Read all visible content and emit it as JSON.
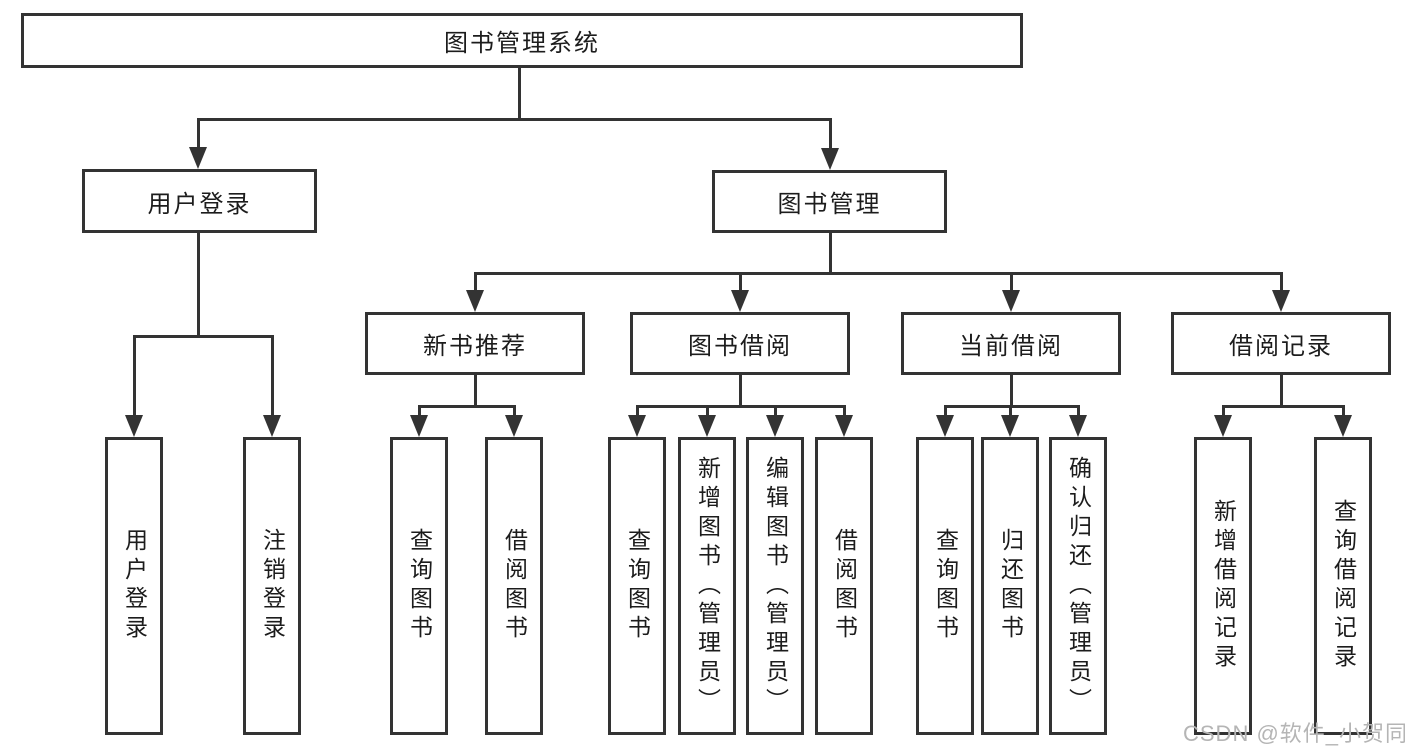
{
  "diagram": {
    "type": "hierarchy-tree",
    "colors": {
      "line": "#333333",
      "text": "#1c1c1c",
      "background": "#ffffff",
      "watermark": "#b5b5b5"
    },
    "tree": {
      "root": {
        "label": "图书管理系统"
      },
      "children": [
        {
          "label": "用户登录",
          "children": [
            {
              "label": "用户登录"
            },
            {
              "label": "注销登录"
            }
          ]
        },
        {
          "label": "图书管理",
          "children": [
            {
              "label": "新书推荐",
              "children": [
                {
                  "label": "查询图书"
                },
                {
                  "label": "借阅图书"
                }
              ]
            },
            {
              "label": "图书借阅",
              "children": [
                {
                  "label": "查询图书"
                },
                {
                  "label": "新增图书（管理员）"
                },
                {
                  "label": "编辑图书（管理员）"
                },
                {
                  "label": "借阅图书"
                }
              ]
            },
            {
              "label": "当前借阅",
              "children": [
                {
                  "label": "查询图书"
                },
                {
                  "label": "归还图书"
                },
                {
                  "label": "确认归还（管理员）"
                }
              ]
            },
            {
              "label": "借阅记录",
              "children": [
                {
                  "label": "新增借阅记录"
                },
                {
                  "label": "查询借阅记录"
                }
              ]
            }
          ]
        }
      ]
    },
    "watermark": {
      "text": "CSDN @软件_小贺同学"
    }
  }
}
